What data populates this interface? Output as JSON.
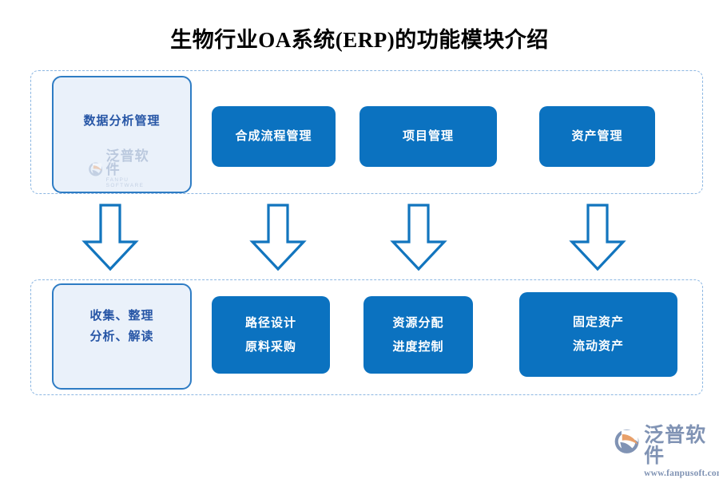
{
  "page": {
    "title": "生物行业OA系统(ERP)的功能模块介绍",
    "background_color": "#FFFFFF"
  },
  "colors": {
    "accent_blue": "#0B72C0",
    "box_border_blue": "#2E7CC4",
    "light_box_fill": "#EAF1FA",
    "light_text_blue": "#2756A6",
    "dashed_border": "#8DB7E2",
    "logo_gray_blue": "#8093B4",
    "logo_orange": "#E8A06A",
    "title_text": "#000000",
    "blue_box_text": "#FFFFFF"
  },
  "diagram": {
    "type": "flow",
    "rows": [
      {
        "id": "modules-row",
        "name": "功能模块行",
        "boxes": [
          {
            "id": "data-analysis",
            "style": "light",
            "lines": [
              "数据分析管理"
            ]
          },
          {
            "id": "synthesis-process",
            "style": "blue",
            "lines": [
              "合成流程管理"
            ]
          },
          {
            "id": "project-management",
            "style": "blue",
            "lines": [
              "项目管理"
            ]
          },
          {
            "id": "asset-management",
            "style": "blue",
            "lines": [
              "资产管理"
            ]
          }
        ]
      },
      {
        "id": "details-row",
        "name": "功能明细行",
        "boxes": [
          {
            "id": "data-analysis-detail",
            "style": "light",
            "lines": [
              "收集、整理",
              "分析、解读"
            ]
          },
          {
            "id": "synthesis-detail",
            "style": "blue",
            "lines": [
              "路径设计",
              "原料采购"
            ]
          },
          {
            "id": "project-detail",
            "style": "blue",
            "lines": [
              "资源分配",
              "进度控制"
            ]
          },
          {
            "id": "asset-detail",
            "style": "blue",
            "lines": [
              "固定资产",
              "流动资产"
            ]
          }
        ]
      }
    ],
    "arrows": [
      {
        "id": "arrow-1",
        "direction": "down",
        "from": "data-analysis",
        "to": "data-analysis-detail"
      },
      {
        "id": "arrow-2",
        "direction": "down",
        "from": "synthesis-process",
        "to": "synthesis-detail"
      },
      {
        "id": "arrow-3",
        "direction": "down",
        "from": "project-management",
        "to": "project-detail"
      },
      {
        "id": "arrow-4",
        "direction": "down",
        "from": "asset-management",
        "to": "asset-detail"
      }
    ]
  },
  "watermark": {
    "cn": "泛普软件",
    "en": "FANPU SOFTWARE",
    "icon": "fanpu-logo-icon"
  },
  "logo": {
    "cn": "泛普软件",
    "url": "www.fanpusoft.com",
    "icon": "fanpu-logo-icon"
  }
}
